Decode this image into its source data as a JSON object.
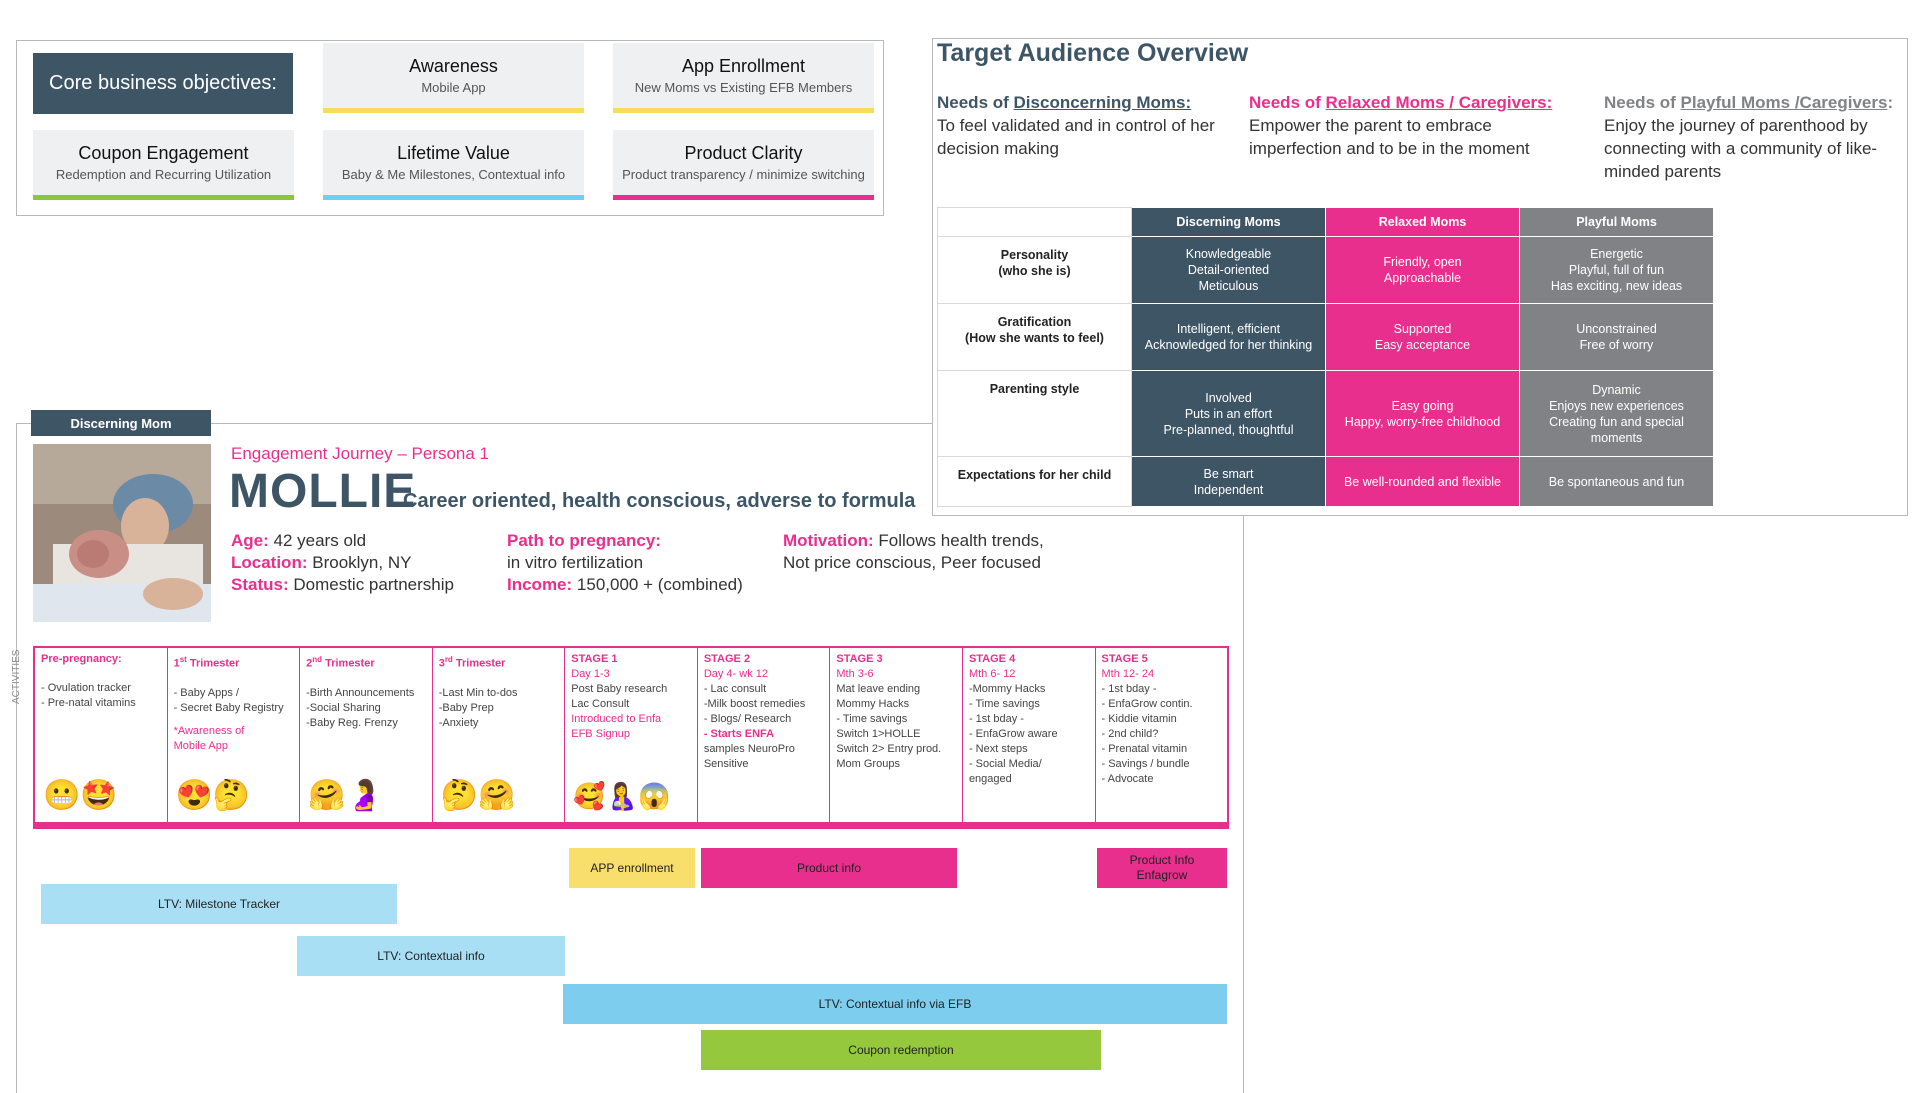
{
  "objectives": {
    "header": "Core business objectives:",
    "cards": [
      {
        "title": "Awareness",
        "subtitle": "Mobile App",
        "accent": "#f5dc5a"
      },
      {
        "title": "App Enrollment",
        "subtitle": "New Moms vs Existing EFB Members",
        "accent": "#f5dc5a"
      },
      {
        "title": "Coupon Engagement",
        "subtitle": "Redemption and Recurring Utilization",
        "accent": "#8cc63f"
      },
      {
        "title": "Lifetime Value",
        "subtitle": "Baby & Me Milestones, Contextual info",
        "accent": "#6ccff6"
      },
      {
        "title": "Product Clarity",
        "subtitle": "Product transparency / minimize switching",
        "accent": "#e92f8e"
      }
    ]
  },
  "audience": {
    "title": "Target Audience Overview",
    "needs": [
      {
        "prefix": "Needs of ",
        "persona": "Disconcerning Moms:",
        "body": "To feel validated and in control of her decision making",
        "color": "#3e5566"
      },
      {
        "prefix": "Needs of ",
        "persona": "Relaxed Moms / Caregivers:",
        "body": "Empower the parent to embrace imperfection and to be in the moment",
        "color": "#e92f8e"
      },
      {
        "prefix": "Needs of ",
        "persona": "Playful Moms /Caregivers",
        "suffix": ":",
        "body": "Enjoy the journey of parenthood by connecting with a community of like-minded parents",
        "color": "#808285"
      }
    ],
    "table": {
      "columns": [
        "Discerning Moms",
        "Relaxed Moms",
        "Playful Moms"
      ],
      "rows": [
        {
          "label": "Personality\n(who she is)",
          "cells": [
            "Knowledgeable\nDetail-oriented\nMeticulous",
            "Friendly, open\nApproachable",
            "Energetic\nPlayful, full of fun\nHas exciting, new ideas"
          ]
        },
        {
          "label": "Gratification\n(How she wants to feel)",
          "cells": [
            "Intelligent, efficient\nAcknowledged for her thinking",
            "Supported\nEasy acceptance",
            "Unconstrained\nFree of worry"
          ]
        },
        {
          "label": "Parenting style",
          "cells": [
            "Involved\nPuts in an effort\nPre-planned, thoughtful",
            "Easy going\nHappy, worry-free childhood",
            "Dynamic\nEnjoys new experiences\nCreating fun and special moments"
          ]
        },
        {
          "label": "Expectations for her child",
          "cells": [
            "Be smart\nIndependent",
            "Be well-rounded and flexible",
            "Be spontaneous and fun"
          ]
        }
      ]
    }
  },
  "persona": {
    "tag": "Discerning Mom",
    "journey_label": "Engagement Journey – Persona 1",
    "name": "MOLLIE",
    "tagline": "Career oriented, health conscious, adverse to formula",
    "facts": {
      "age_label": "Age:",
      "age": "42 years old",
      "location_label": "Location:",
      "location": "Brooklyn, NY",
      "status_label": "Status:",
      "status": "Domestic partnership",
      "path_label": "Path to pregnancy:",
      "path": "in vitro fertilization",
      "income_label": "Income:",
      "income": "150,000 + (combined)",
      "motivation_label": "Motivation:",
      "motivation_1": "Follows health trends,",
      "motivation_2": "Not price conscious, Peer focused"
    },
    "side_label": "ACTIVITIES",
    "stages": [
      {
        "heading": "Pre-pregnancy:",
        "items": "- Ovulation tracker\n- Pre-natal vitamins",
        "emoji": "😬🤩"
      },
      {
        "heading_pre": "1",
        "heading_sup": "st",
        "heading_post": " Trimester",
        "items": "- Baby Apps /\n- Secret Baby Registry",
        "pink": "*Awareness of\nMobile App",
        "emoji": "😍🤔"
      },
      {
        "heading_pre": "2",
        "heading_sup": "nd",
        "heading_post": "  Trimester",
        "items": "-Birth Announcements\n-Social Sharing\n-Baby Reg. Frenzy",
        "emoji": "🤗🤰"
      },
      {
        "heading_pre": "3",
        "heading_sup": "rd",
        "heading_post": "  Trimester",
        "items": "-Last Min to-dos\n-Baby Prep\n-Anxiety",
        "emoji": "🤔🤗"
      },
      {
        "heading": "STAGE 1",
        "days": "Day 1-3",
        "items": "Post Baby research\nLac Consult",
        "pink": "Introduced to Enfa\nEFB Signup",
        "emoji": "🥰🤱😱"
      },
      {
        "heading": "STAGE 2",
        "days": "Day 4- wk 12",
        "items": "- Lac consult\n-Milk boost remedies\n- Blogs/ Research",
        "pink": "- Starts ENFA",
        "tail": "samples NeuroPro\nSensitive",
        "emoji": ""
      },
      {
        "heading": "STAGE 3",
        "days": "Mth 3-6",
        "items": "Mat leave ending\nMommy Hacks\n- Time savings\nSwitch 1>HOLLE\nSwitch 2> Entry prod.\nMom Groups",
        "emoji": ""
      },
      {
        "heading": "STAGE 4",
        "days": "Mth 6- 12",
        "items": "-Mommy Hacks\n- Time savings\n- 1st bday -\n-     EnfaGrow aware\n-     Next steps\n-     Social Media/\n       engaged",
        "emoji": ""
      },
      {
        "heading": "STAGE 5",
        "days": "Mth 12- 24",
        "items": "- 1st bday -\n-     EnfaGrow contin.\n-     Kiddie vitamin\n-     2nd child?\n-     Prenatal vitamin\n-     Savings / bundle\n-     Advocate",
        "emoji": ""
      }
    ],
    "bars": {
      "app_enrollment": "APP enrollment",
      "product_info": "Product info",
      "product_info_enfagrow": "Product Info\nEnfagrow",
      "ltv_milestone": "LTV: Milestone Tracker",
      "ltv_contextual": "LTV: Contextual info",
      "ltv_efb": "LTV: Contextual info via EFB",
      "coupon": "Coupon redemption"
    }
  },
  "colors": {
    "navy": "#3e5566",
    "pink": "#e92f8e",
    "gray": "#808285",
    "yellow": "#f8de6a",
    "light_blue": "#a9dff4",
    "blue": "#7dcdef",
    "green": "#95c83c"
  }
}
